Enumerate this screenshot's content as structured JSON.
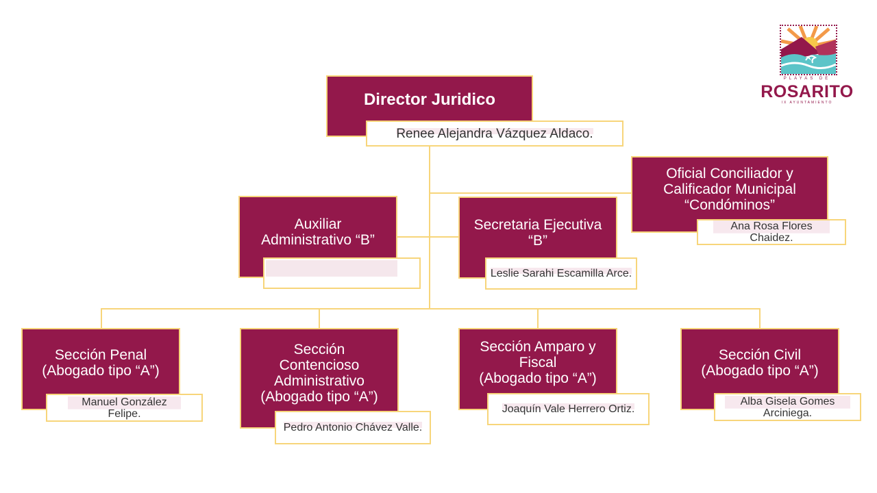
{
  "logo": {
    "line_top": "PLAYAS DE",
    "brand": "ROSARITO",
    "line_bottom": "IX AYUNTAMIENTO",
    "icon": "sun-waves-icon"
  },
  "colors": {
    "box_fill": "#93184B",
    "line": "#F7D57A",
    "name_highlight": "#F7E8EE"
  },
  "director": {
    "title": "Director Juridico",
    "name": "Renee Alejandra Vázquez Aldaco."
  },
  "oficial": {
    "title": "Oficial Conciliador y\nCalificador Municipal\n“Condóminos”",
    "name": "Ana Rosa Flores Chaidez."
  },
  "auxiliar": {
    "title": "Auxiliar\nAdministrativo “B”",
    "name": ""
  },
  "secretaria": {
    "title": "Secretaria Ejecutiva\n“B”",
    "name": "Leslie Sarahi Escamilla Arce."
  },
  "sections": [
    {
      "title": "Sección Penal\n(Abogado tipo “A”)",
      "name": "Manuel González Felipe."
    },
    {
      "title": "Sección\nContencioso\nAdministrativo\n(Abogado tipo “A”)",
      "name": "Pedro Antonio Chávez Valle."
    },
    {
      "title": "Sección Amparo y\nFiscal\n(Abogado tipo “A”)",
      "name": "Joaquín Vale Herrero Ortiz."
    },
    {
      "title": "Sección Civil\n(Abogado tipo “A”)",
      "name": "Alba Gisela Gomes Arciniega."
    }
  ]
}
